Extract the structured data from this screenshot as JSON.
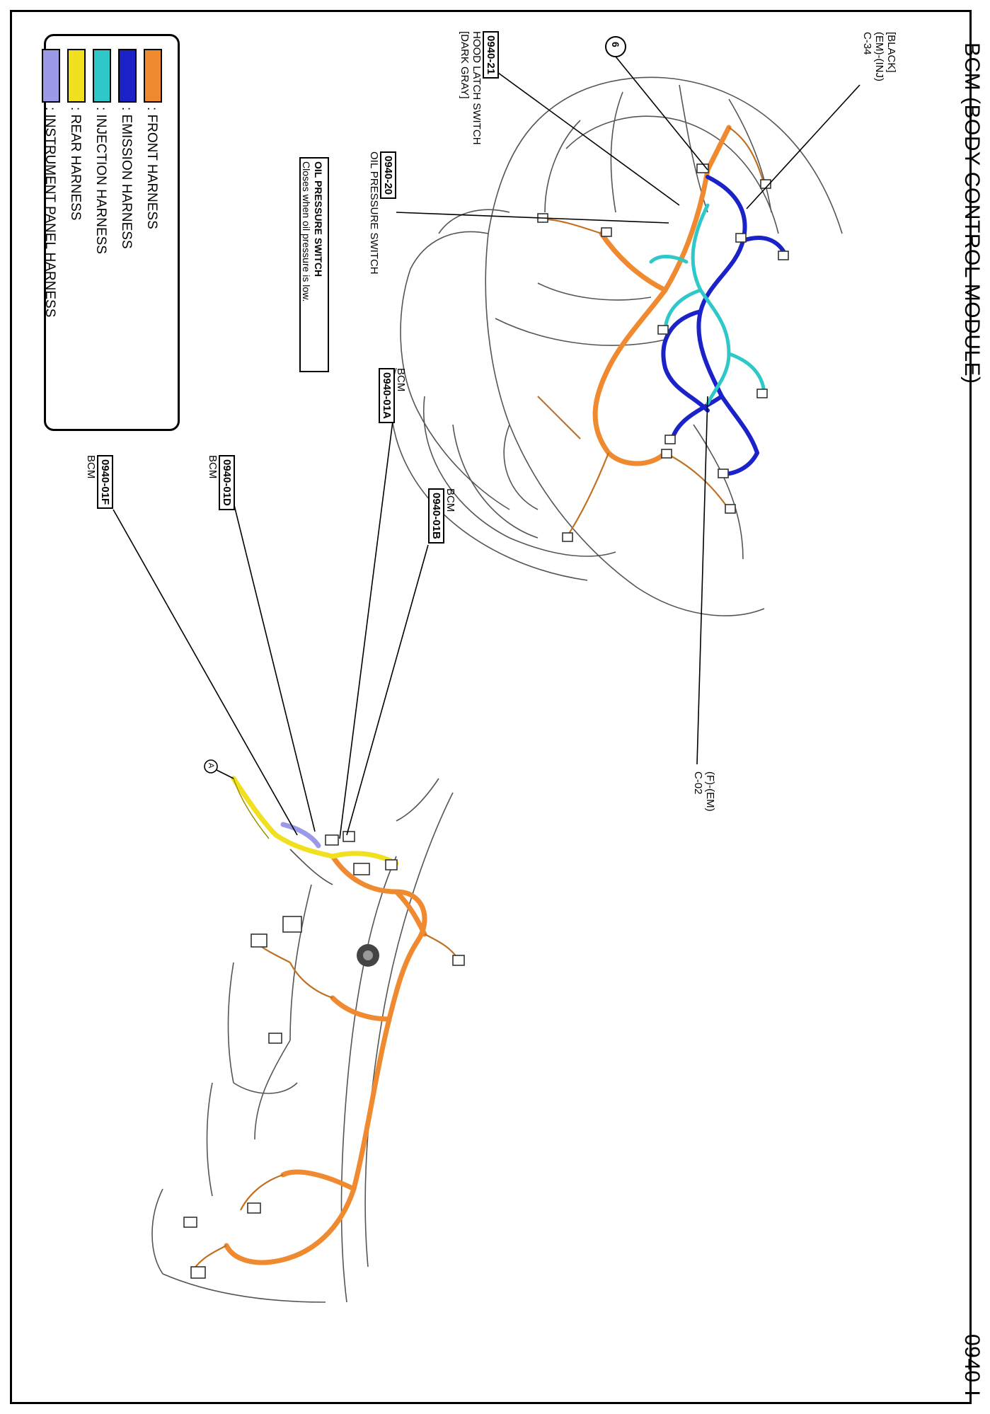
{
  "page": {
    "title": "BCM (BODY CONTROL MODULE)",
    "page_number": "0940-I"
  },
  "legend": [
    {
      "label": ": FRONT HARNESS",
      "color": "#f08a30"
    },
    {
      "label": ": EMISSION HARNESS",
      "color": "#1a22c8"
    },
    {
      "label": ": INJECTION HARNESS",
      "color": "#2ec8c8"
    },
    {
      "label": ": REAR HARNESS",
      "color": "#f0e020"
    },
    {
      "label": ": INSTRUMENT PANEL HARNESS",
      "color": "#9a9ae6"
    }
  ],
  "callouts": {
    "c34": {
      "line1": "[BLACK]",
      "line2": "(EM)-(INJ)",
      "line3": "C-34"
    },
    "c02": {
      "line1": "(F)-(EM)",
      "line2": "C-02"
    },
    "circle_6": "6",
    "circle_a": "A",
    "c0940_21": {
      "code": "0940-21",
      "line1": "HOOD LATCH SWITCH",
      "line2": "[DARK GRAY]"
    },
    "c0940_20": {
      "code": "0940-20",
      "line1": "OIL PRESSURE SWITCH"
    },
    "oil_info": {
      "title": "OIL PRESSURE SWITCH",
      "body": "Closes when oil pressure is low."
    },
    "c0940_01a": {
      "code": "0940-01A",
      "name": "BCM"
    },
    "c0940_01b": {
      "code": "0940-01B",
      "name": "BCM"
    },
    "c0940_01d": {
      "code": "0940-01D",
      "name": "BCM"
    },
    "c0940_01f": {
      "code": "0940-01F",
      "name": "BCM"
    }
  }
}
